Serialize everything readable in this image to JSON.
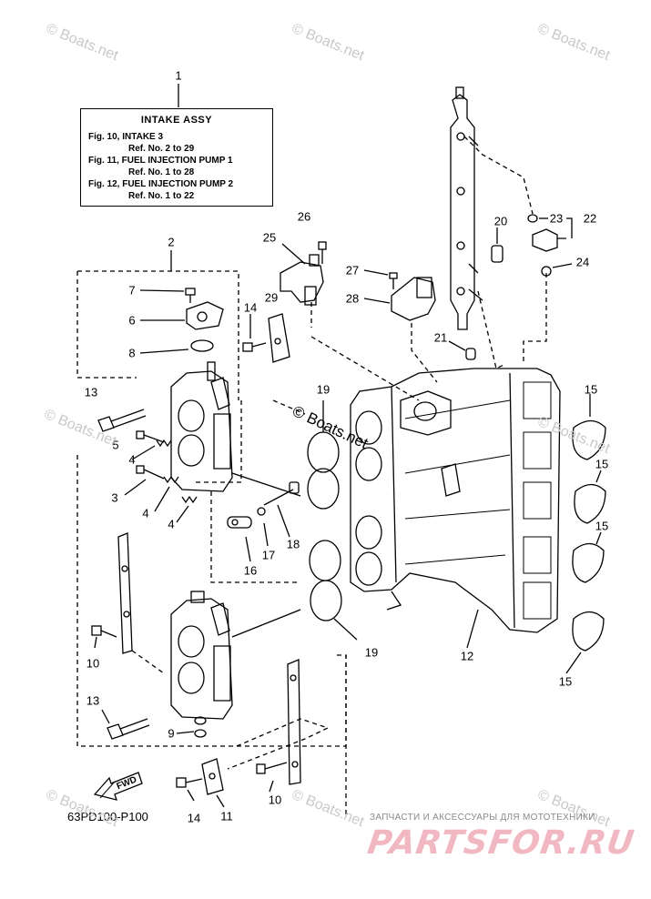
{
  "infobox": {
    "title": "INTAKE ASSY",
    "lines": [
      "Fig. 10, INTAKE 3",
      "Ref. No. 2 to 29",
      "Fig. 11, FUEL INJECTION PUMP 1",
      "Ref. No. 1 to 28",
      "Fig. 12, FUEL INJECTION PUMP 2",
      "Ref. No. 1 to 22"
    ]
  },
  "callouts": {
    "c1": "1",
    "c2": "2",
    "c3": "3",
    "c4a": "4",
    "c4b": "4",
    "c4c": "4",
    "c5": "5",
    "c6": "6",
    "c7": "7",
    "c8": "8",
    "c9": "9",
    "c10a": "10",
    "c10b": "10",
    "c11": "11",
    "c12": "12",
    "c13a": "13",
    "c13b": "13",
    "c14a": "14",
    "c14b": "14",
    "c15a": "15",
    "c15b": "15",
    "c15c": "15",
    "c15d": "15",
    "c16": "16",
    "c17": "17",
    "c18": "18",
    "c19a": "19",
    "c19b": "19",
    "c20": "20",
    "c21": "21",
    "c22": "22",
    "c23": "23",
    "c24": "24",
    "c25": "25",
    "c26": "26",
    "c27": "27",
    "c28": "28",
    "c29": "29"
  },
  "fwd_label": "FWD",
  "diagram_code": "63PD100-P100",
  "watermark": "© Boats.net",
  "promo_text": "ЗАПЧАСТИ И АКСЕССУАРЫ ДЛЯ МОТОТЕХНИКИ",
  "promo_logo": "PARTSFOR.RU",
  "colors": {
    "line": "#000000",
    "watermark": "#c9c9c9",
    "logo": "#f2b8c2"
  }
}
